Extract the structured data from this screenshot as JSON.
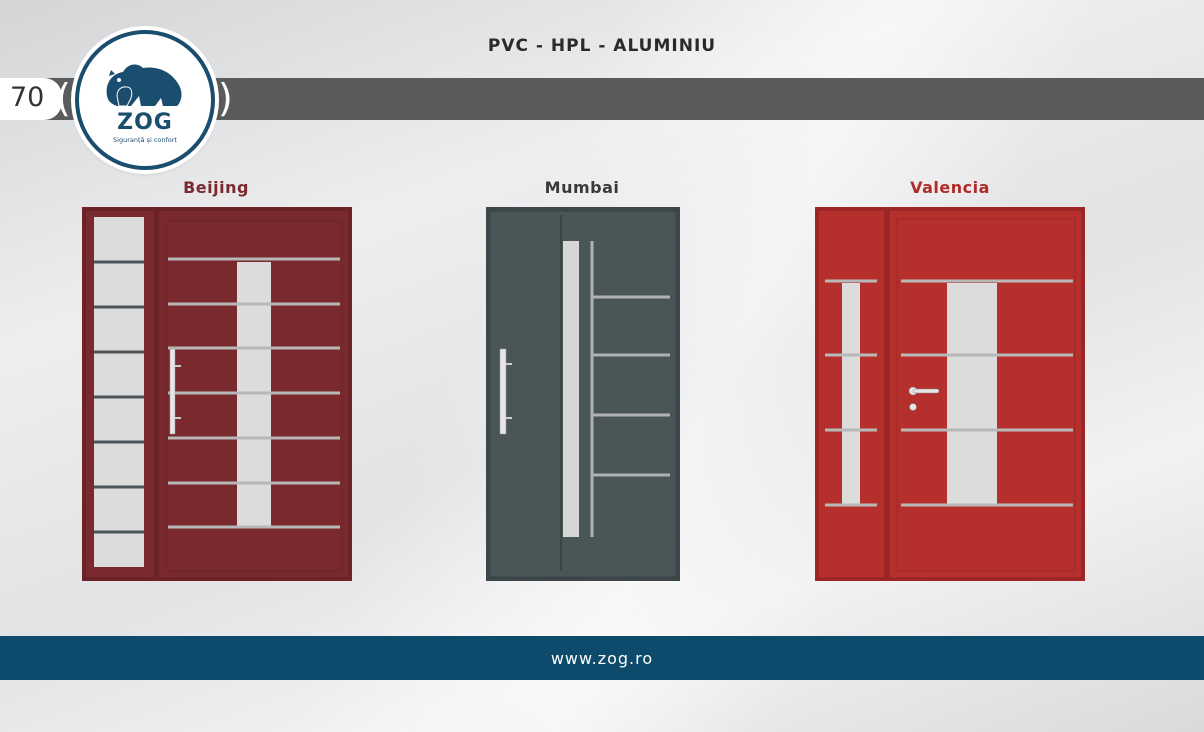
{
  "header": {
    "title": "PVC - HPL - ALUMINIU",
    "page_number": "70"
  },
  "logo": {
    "brand": "ZOG",
    "tagline": "Siguranță și confort"
  },
  "doors": [
    {
      "name": "Beijing",
      "label_color": "#7a2a2f",
      "panel_color": "#7a2a2f"
    },
    {
      "name": "Mumbai",
      "label_color": "#3a3a3a",
      "panel_color": "#4a5557"
    },
    {
      "name": "Valencia",
      "label_color": "#b02a2a",
      "panel_color": "#b52f2d"
    }
  ],
  "footer": {
    "url": "www.zog.ro"
  },
  "colors": {
    "brand_blue": "#0d4a6b",
    "band_gray": "#5a5b5d"
  }
}
